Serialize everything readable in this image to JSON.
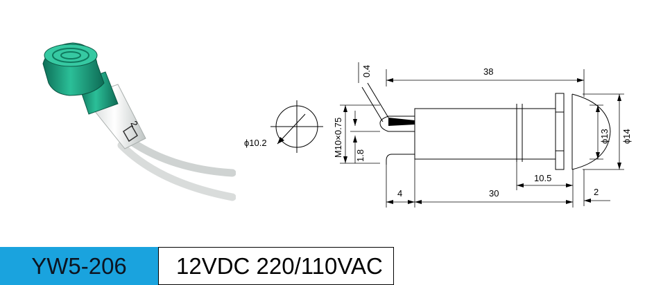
{
  "product": {
    "model": "YW5-206",
    "rating": "12VDC 220/110VAC",
    "body_marking": "2"
  },
  "dimensions": {
    "overall_length": "38",
    "body_length": "30",
    "lead_offset": "4",
    "nut_section": "10.5",
    "lens_height": "2",
    "wall_thickness": "0.4",
    "pin_spacing": "1.8",
    "thread": "M10×0.75",
    "lens_diameter": "ϕ13",
    "bezel_diameter": "ϕ14",
    "panel_hole": "ϕ10.2"
  },
  "colors": {
    "lens": "#1f9f7e",
    "label_bg": "#1aa3de"
  }
}
